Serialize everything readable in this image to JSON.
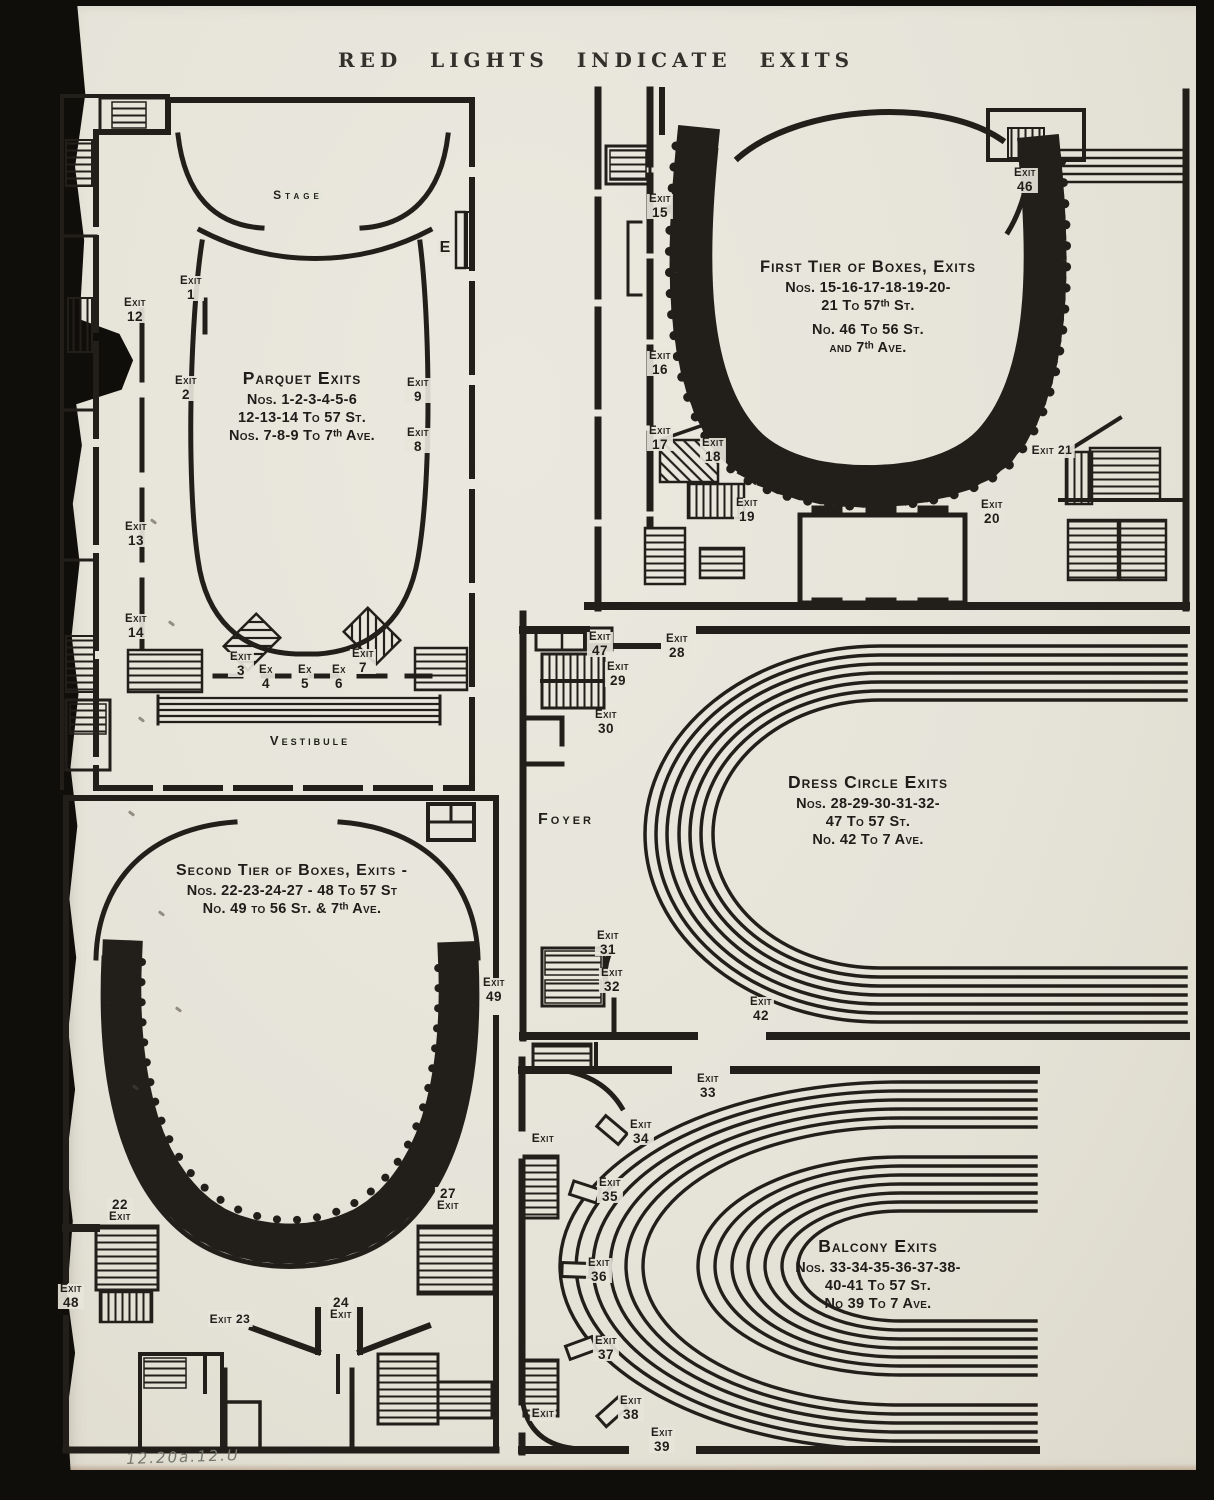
{
  "page": {
    "title": "RED LIGHTS INDICATE EXITS",
    "handwritten_note": "12.20a.12.U"
  },
  "colors": {
    "paper": "#e7e5da",
    "ink": "#221f1b",
    "background": "#100e0b",
    "pencil": "#75786e"
  },
  "plans": {
    "parquet": {
      "stage": "Stage",
      "vestibule": "Vestibule",
      "door": "E",
      "caption": {
        "title": "Parquet Exits",
        "lines": [
          "Nos. 1-2-3-4-5-6",
          "12-13-14 To 57 St.",
          "Nos. 7-8-9  To 7ᵗʰ Ave."
        ]
      },
      "exits": [
        {
          "word": "Exit",
          "num": "1"
        },
        {
          "word": "Exit",
          "num": "12"
        },
        {
          "word": "Exit",
          "num": "2"
        },
        {
          "word": "Exit",
          "num": "9"
        },
        {
          "word": "Exit",
          "num": "8"
        },
        {
          "word": "Exit",
          "num": "13"
        },
        {
          "word": "Exit",
          "num": "14"
        },
        {
          "word": "Exit",
          "num": "3"
        },
        {
          "word": "Ex",
          "num": "4"
        },
        {
          "word": "Ex",
          "num": "5"
        },
        {
          "word": "Ex",
          "num": "6"
        },
        {
          "word": "Exit",
          "num": "7"
        }
      ]
    },
    "first_tier": {
      "caption": {
        "title": "First Tier of Boxes, Exits",
        "lines": [
          "Nos. 15-16-17-18-19-20-",
          "21 To 57ᵗʰ St.",
          "No.  46 To 56 St.",
          "and 7ᵗʰ Ave."
        ]
      },
      "exits": [
        {
          "word": "Exit",
          "num": "15"
        },
        {
          "word": "Exit",
          "num": "46"
        },
        {
          "word": "Exit",
          "num": "16"
        },
        {
          "word": "Exit",
          "num": "17"
        },
        {
          "word": "Exit",
          "num": "18"
        },
        {
          "word": "Exit",
          "num": "19"
        },
        {
          "single": "Exit 21"
        },
        {
          "word": "Exit",
          "num": "20"
        }
      ]
    },
    "dress_circle": {
      "foyer": "Foyer",
      "caption": {
        "title": "Dress Circle Exits",
        "lines": [
          "Nos. 28-29-30-31-32-",
          "47 To 57 St.",
          "No. 42 To  7 Ave."
        ]
      },
      "exits": [
        {
          "word": "Exit",
          "num": "47"
        },
        {
          "word": "Exit",
          "num": "28"
        },
        {
          "word": "Exit",
          "num": "29"
        },
        {
          "word": "Exit",
          "num": "30"
        },
        {
          "word": "Exit",
          "num": "31"
        },
        {
          "word": "Exit",
          "num": "32"
        },
        {
          "word": "Exit",
          "num": "42"
        }
      ]
    },
    "second_tier": {
      "caption": {
        "title": "Second Tier of Boxes,  Exits -",
        "lines": [
          "Nos. 22-23-24-27 -  48 To 57 St",
          "No.  49 to 56 St. & 7ᵗʰ Ave."
        ]
      },
      "exits": [
        {
          "word": "Exit",
          "num": "49"
        },
        {
          "num": "22",
          "word": "Exit"
        },
        {
          "num": "27",
          "word": "Exit"
        },
        {
          "word": "Exit",
          "num": "48"
        },
        {
          "single": "Exit 23"
        },
        {
          "num": "24",
          "word": "Exit"
        }
      ]
    },
    "balcony": {
      "caption": {
        "title": "Balcony Exits",
        "lines": [
          "Nos. 33-34-35-36-37-38-",
          "40-41 To 57 St.",
          "No 39 To 7 Ave."
        ]
      },
      "exits": [
        {
          "word": "Exit",
          "num": "33"
        },
        {
          "single": "Exit"
        },
        {
          "word": "Exit",
          "num": "34"
        },
        {
          "word": "Exit",
          "num": "35"
        },
        {
          "word": "Exit",
          "num": "36"
        },
        {
          "word": "Exit",
          "num": "37"
        },
        {
          "single": "Exit"
        },
        {
          "word": "Exit",
          "num": "38"
        },
        {
          "word": "Exit",
          "num": "39"
        }
      ]
    }
  }
}
